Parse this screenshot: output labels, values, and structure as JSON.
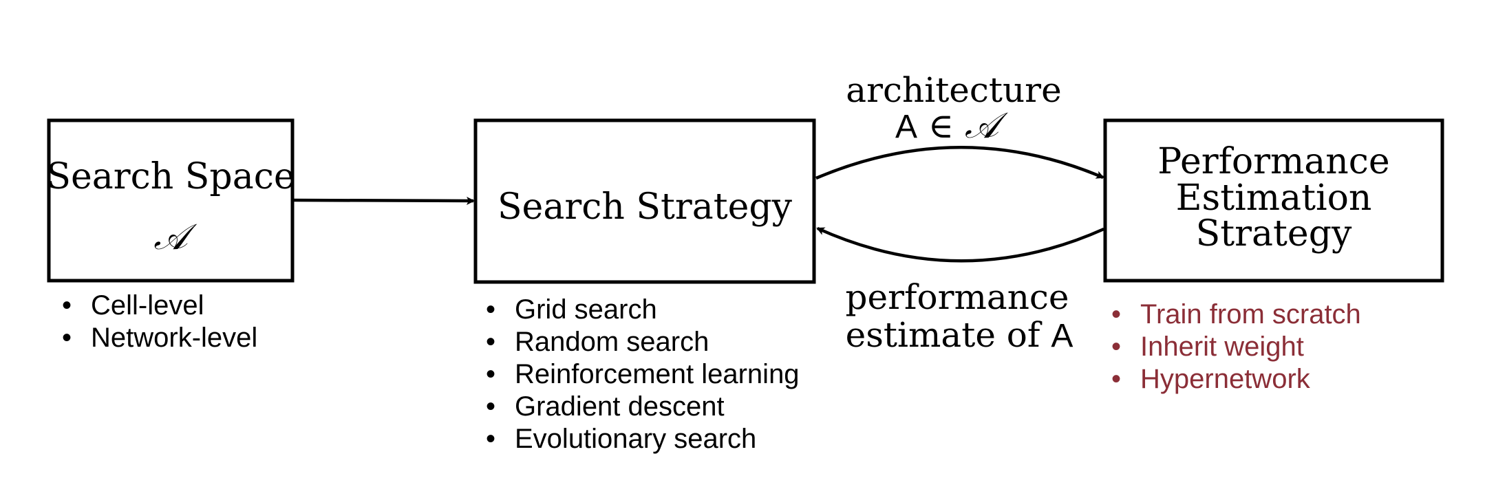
{
  "search_space": {
    "title": "Search Space",
    "symbol": "𝒜",
    "bullets": [
      "Cell-level",
      "Network-level"
    ]
  },
  "search_strategy": {
    "title": "Search Strategy",
    "bullets": [
      "Grid search",
      "Random search",
      "Reinforcement learning",
      "Gradient descent",
      "Evolutionary search"
    ]
  },
  "performance_estimation": {
    "title_lines": [
      "Performance",
      "Estimation",
      "Strategy"
    ],
    "bullets": [
      "Train from scratch",
      "Inherit weight",
      "Hypernetwork"
    ]
  },
  "edges": {
    "architecture": {
      "line1": "architecture",
      "var": "A",
      "rel": " ∈ ",
      "set": "𝒜"
    },
    "performance": {
      "line1": "performance",
      "line2_text": "estimate of ",
      "var": "A"
    }
  },
  "colors": {
    "stroke": "#000000",
    "accent": "#8b2e37"
  }
}
